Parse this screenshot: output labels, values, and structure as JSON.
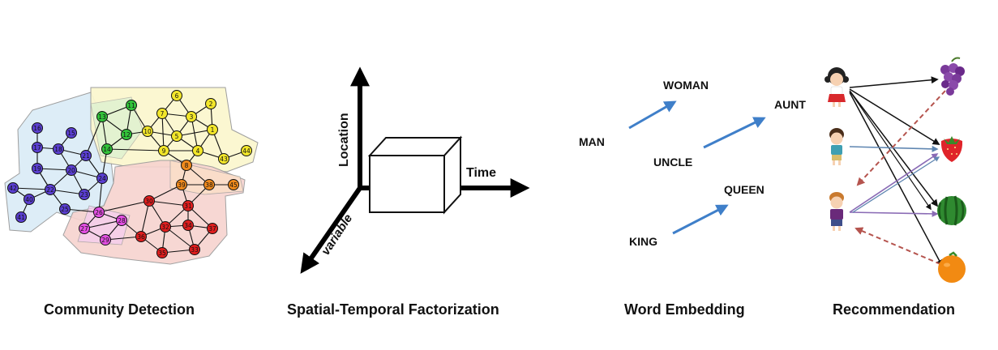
{
  "captions": {
    "community": "Community Detection",
    "spatial": "Spatial-Temporal Factorization",
    "word": "Word Embedding",
    "recommendation": "Recommendation"
  },
  "axes": {
    "location": "Location",
    "time": "Time",
    "variable": "variable"
  },
  "words": {
    "man": "MAN",
    "woman": "WOMAN",
    "uncle": "UNCLE",
    "aunt": "AUNT",
    "king": "KING",
    "queen": "QUEEN"
  },
  "graph": {
    "community_colors": {
      "blue": "#5a3fd1",
      "green": "#33c33a",
      "yellow": "#f2e62a",
      "red": "#e01e1e",
      "orange": "#f08a1c",
      "magenta": "#e34fe3"
    },
    "nodes": [
      {
        "id": "1",
        "c": "yellow"
      },
      {
        "id": "2",
        "c": "yellow"
      },
      {
        "id": "3",
        "c": "yellow"
      },
      {
        "id": "4",
        "c": "yellow"
      },
      {
        "id": "5",
        "c": "yellow"
      },
      {
        "id": "6",
        "c": "yellow"
      },
      {
        "id": "7",
        "c": "yellow"
      },
      {
        "id": "9",
        "c": "yellow"
      },
      {
        "id": "10",
        "c": "yellow"
      },
      {
        "id": "43",
        "c": "yellow"
      },
      {
        "id": "44",
        "c": "yellow"
      },
      {
        "id": "11",
        "c": "green"
      },
      {
        "id": "12",
        "c": "green"
      },
      {
        "id": "13",
        "c": "green"
      },
      {
        "id": "14",
        "c": "green"
      },
      {
        "id": "15",
        "c": "blue"
      },
      {
        "id": "16",
        "c": "blue"
      },
      {
        "id": "17",
        "c": "blue"
      },
      {
        "id": "18",
        "c": "blue"
      },
      {
        "id": "19",
        "c": "blue"
      },
      {
        "id": "20",
        "c": "blue"
      },
      {
        "id": "21",
        "c": "blue"
      },
      {
        "id": "22",
        "c": "blue"
      },
      {
        "id": "23",
        "c": "blue"
      },
      {
        "id": "24",
        "c": "blue"
      },
      {
        "id": "25",
        "c": "blue"
      },
      {
        "id": "40",
        "c": "blue"
      },
      {
        "id": "41",
        "c": "blue"
      },
      {
        "id": "42",
        "c": "blue"
      },
      {
        "id": "26",
        "c": "magenta"
      },
      {
        "id": "27",
        "c": "magenta"
      },
      {
        "id": "28",
        "c": "magenta"
      },
      {
        "id": "29",
        "c": "magenta"
      },
      {
        "id": "8",
        "c": "orange"
      },
      {
        "id": "38",
        "c": "orange"
      },
      {
        "id": "39",
        "c": "orange"
      },
      {
        "id": "45",
        "c": "orange"
      },
      {
        "id": "30",
        "c": "red"
      },
      {
        "id": "31",
        "c": "red"
      },
      {
        "id": "32",
        "c": "red"
      },
      {
        "id": "33",
        "c": "red"
      },
      {
        "id": "34",
        "c": "red"
      },
      {
        "id": "35",
        "c": "red"
      },
      {
        "id": "36",
        "c": "red"
      },
      {
        "id": "37",
        "c": "red"
      }
    ]
  },
  "recommendation": {
    "users": [
      "girl-icon",
      "child-icon",
      "boy-icon"
    ],
    "items": [
      "grapes-icon",
      "strawberry-icon",
      "watermelon-icon",
      "orange-fruit-icon"
    ]
  }
}
